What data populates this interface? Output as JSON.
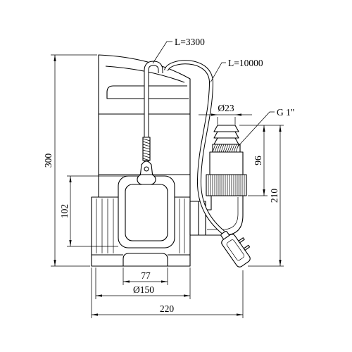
{
  "drawing": {
    "labels": {
      "float_cable_length": "L=3300",
      "power_cable_length": "L=10000",
      "outlet_diameter": "Ø23",
      "outlet_thread": "G 1\""
    },
    "dimensions": {
      "total_height": "300",
      "float_height": "102",
      "outlet_section_height": "96",
      "outlet_total_height": "210",
      "foot_width": "77",
      "base_diameter": "Ø150",
      "total_width": "220"
    }
  },
  "colors": {
    "line": "#000000",
    "background": "#ffffff"
  }
}
